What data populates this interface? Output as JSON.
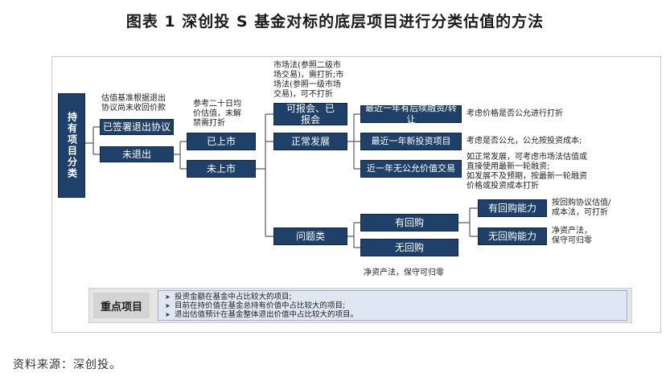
{
  "title": "图表 1  深创投 S 基金对标的底层项目进行分类估值的方法",
  "root": {
    "label": "持有项目分类"
  },
  "level1": [
    {
      "label": "已签署退出协议"
    },
    {
      "label": "未退出"
    }
  ],
  "level2": [
    {
      "label": "已上市"
    },
    {
      "label": "未上市"
    }
  ],
  "level3": [
    {
      "label": "可报会、已报会"
    },
    {
      "label": "正常发展"
    },
    {
      "label": "问题类"
    }
  ],
  "level4": [
    {
      "label": "最近一年有后续融资/转让"
    },
    {
      "label": "最近一年新投资项目"
    },
    {
      "label": "近一年无公允价值交易"
    }
  ],
  "buyback": [
    {
      "label": "有回购"
    },
    {
      "label": "无回购"
    }
  ],
  "capability": [
    {
      "label": "有回购能力"
    },
    {
      "label": "无回购能力"
    }
  ],
  "notes": {
    "exit_agreement": [
      "估值基准根据退出",
      "协议尚未收回价款"
    ],
    "listed": [
      "参考二十日均",
      "价估值，未解",
      "禁需打折"
    ],
    "filing": [
      "市场法(参照二级市",
      "场交易)，需打折;市",
      "场法(参照一级市场",
      "交易)，可不打折"
    ],
    "followon": [
      "考虑价格是否公允进行打折"
    ],
    "new_invest": [
      "考虑是否公允，公允按投资成本;"
    ],
    "no_trade": [
      "如正常发展，可考虑市场法估值或",
      "直接使用最新一轮融资;",
      "如发展不及预期，按最新一轮融资",
      "价格或投资成本打折"
    ],
    "has_capability": [
      "按回购协议估值/",
      "成本法，可打折"
    ],
    "no_capability": [
      "净资产法，",
      "保守可归零"
    ],
    "no_buyback": [
      "净资产法，保守可归零"
    ]
  },
  "key_projects": {
    "label": "重点项目",
    "items": [
      "投资金额在基金中占比较大的项目;",
      "目前在持价值在基金总持有价值中占比较大的项目;",
      "退出估值预计在基金整体退出价值中占比较大的项目。"
    ]
  },
  "source": "资料来源：深创投。",
  "colors": {
    "box": "#1f4068",
    "line": "#5a5a5a",
    "panel": "#e6e6e6",
    "list_bg": "#dfe7f2"
  }
}
